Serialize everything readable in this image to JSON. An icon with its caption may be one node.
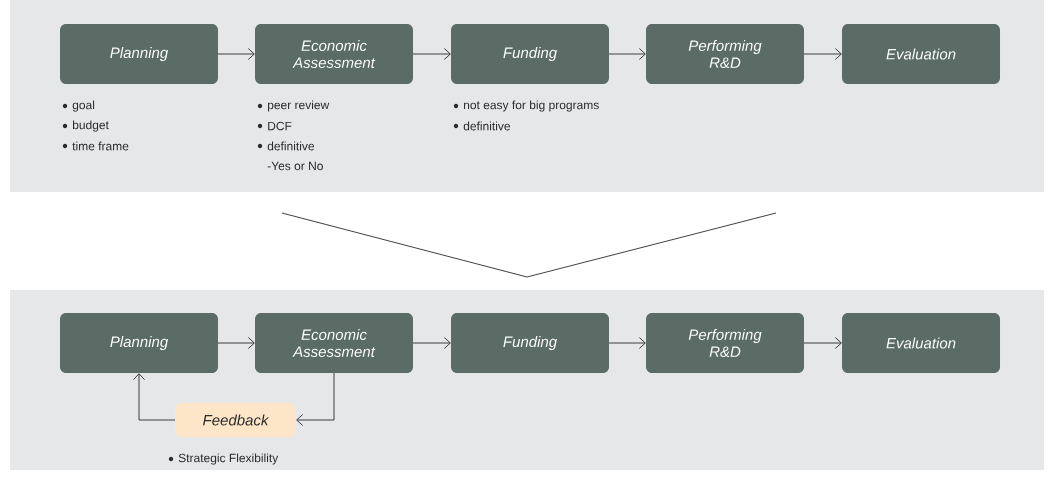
{
  "diagram": {
    "nodes": [
      {
        "text": [],
        "shape": "box"
      },
      {
        "text": [
          "Planning"
        ],
        "in": 0,
        "beside": [
          "goal",
          "budget",
          "time frame"
        ]
      },
      {
        "text": [
          "Economic Assessment"
        ],
        "in": 0,
        "beside": [
          "peer review",
          "DCF",
          "definitive",
          "-Yes or No"
        ]
      },
      {
        "text": [
          "Funding"
        ],
        "in": 0,
        "beside": [
          "not easy for big programs",
          "definitive"
        ]
      },
      {
        "text": [
          "Performing R&D"
        ],
        "in": 0
      },
      {
        "text": [
          "Evaluation"
        ],
        "in": 0
      },
      {
        "text": [],
        "shape": "box"
      },
      {
        "text": [
          "Planning"
        ],
        "in": 6
      },
      {
        "text": [
          "Economic Assessment"
        ],
        "in": 6
      },
      {
        "text": [
          "Funding"
        ],
        "in": 6
      },
      {
        "text": [
          "Performing R&D"
        ],
        "in": 6
      },
      {
        "text": [
          "Evaluation"
        ],
        "in": 6
      },
      {
        "text": [
          "Feedback"
        ],
        "in": 6,
        "beside": [
          "Strategic Flexibility"
        ]
      }
    ],
    "edges": [
      {
        "from": 1,
        "to": 2,
        "arrow": "to"
      },
      {
        "from": 2,
        "to": 3,
        "arrow": "to"
      },
      {
        "from": 3,
        "to": 4,
        "arrow": "to"
      },
      {
        "from": 4,
        "to": 5,
        "arrow": "to"
      },
      {
        "from": 7,
        "to": 8,
        "arrow": "to"
      },
      {
        "from": 8,
        "to": 9,
        "arrow": "to"
      },
      {
        "from": 9,
        "to": 10,
        "arrow": "to"
      },
      {
        "from": 10,
        "to": 11,
        "arrow": "to"
      },
      {
        "from": 8,
        "to": 12,
        "arrow": "to"
      },
      {
        "from": 12,
        "to": 7,
        "arrow": "to"
      }
    ]
  }
}
